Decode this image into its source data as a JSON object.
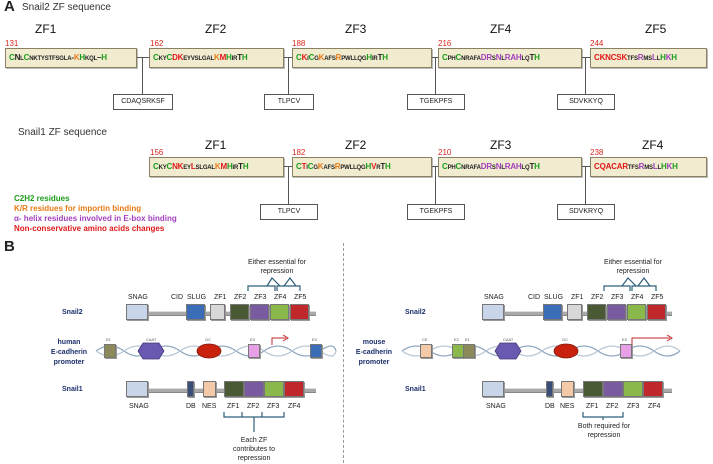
{
  "panel_a": {
    "label": "A",
    "snail2": {
      "title": "Snail2 ZF sequence",
      "zf_labels": [
        "ZF1",
        "ZF2",
        "ZF3",
        "ZF4",
        "ZF5"
      ],
      "numbers": [
        "131",
        "162",
        "188",
        "216",
        "244"
      ],
      "linkers": [
        "CDAQSRKSF",
        "TLPCV",
        "TGEKPFS",
        "SDVKKYQ"
      ]
    },
    "snail1": {
      "title": "Snail1 ZF sequence",
      "zf_labels": [
        "ZF1",
        "ZF2",
        "ZF3",
        "ZF4"
      ],
      "numbers": [
        "156",
        "182",
        "210",
        "238"
      ],
      "linkers": [
        "TLPCV",
        "TGEKPFS",
        "SDVKRYQ"
      ]
    },
    "legend": {
      "c2h2": "C2H2 residues",
      "kr": "K/R residues for importin binding",
      "alpha": "α- helix residues involved in E-box binding",
      "noncons": "Non-conservative amino acids changes"
    },
    "colors": {
      "c2h2": "#1b9d1b",
      "kr": "#e87a14",
      "alpha": "#a33fbe",
      "noncons": "#e01818"
    }
  },
  "panel_b": {
    "label": "B",
    "left": {
      "annot_top": "Either essential for repression",
      "snail2_name": "Snail2",
      "snail2_domains": [
        "SNAG",
        "CID",
        "SLUG",
        "ZF1",
        "ZF2",
        "ZF3",
        "ZF4",
        "ZF5"
      ],
      "promoter_species": "human",
      "promoter_gene": "E-cadherin",
      "promoter_word": "promoter",
      "dna_elements": [
        "E1",
        "CAAT",
        "GC",
        "E3",
        "E4"
      ],
      "snail1_name": "Snail1",
      "snail1_domains": [
        "SNAG",
        "DB",
        "NES",
        "ZF1",
        "ZF2",
        "ZF3",
        "ZF4"
      ],
      "annot_bottom": "Each ZF contributes to repression"
    },
    "right": {
      "annot_top": "Either essential for repression",
      "snail2_name": "Snail2",
      "snail2_domains": [
        "SNAG",
        "CID",
        "SLUG",
        "ZF1",
        "ZF2",
        "ZF3",
        "ZF4",
        "ZF5"
      ],
      "promoter_species": "mouse",
      "promoter_gene": "E-cadherin",
      "promoter_word": "promoter",
      "dna_elements": [
        "CE",
        "E2",
        "E1",
        "CAAT",
        "GC",
        "E3"
      ],
      "snail1_name": "Snail1",
      "snail1_domains": [
        "SNAG",
        "DB",
        "NES",
        "ZF1",
        "ZF2",
        "ZF3",
        "ZF4"
      ],
      "annot_bottom": "Both required for repression"
    }
  }
}
